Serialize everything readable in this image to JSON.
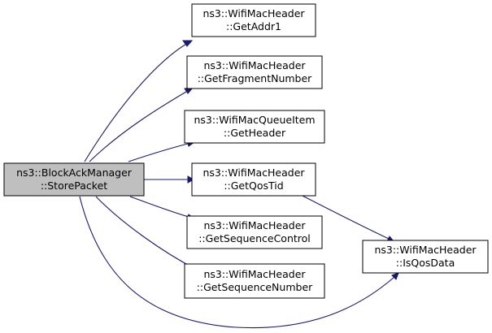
{
  "colors": {
    "node_fill": "#ffffff",
    "focus_fill": "#bfbfbf",
    "node_border": "#000000",
    "edge": "#191970"
  },
  "nodes": {
    "store_packet": {
      "line1": "ns3::BlockAckManager",
      "line2": "::StorePacket"
    },
    "get_addr1": {
      "line1": "ns3::WifiMacHeader",
      "line2": "::GetAddr1"
    },
    "get_fragment_number": {
      "line1": "ns3::WifiMacHeader",
      "line2": "::GetFragmentNumber"
    },
    "get_header": {
      "line1": "ns3::WifiMacQueueItem",
      "line2": "::GetHeader"
    },
    "get_qos_tid": {
      "line1": "ns3::WifiMacHeader",
      "line2": "::GetQosTid"
    },
    "get_sequence_control": {
      "line1": "ns3::WifiMacHeader",
      "line2": "::GetSequenceControl"
    },
    "get_sequence_number": {
      "line1": "ns3::WifiMacHeader",
      "line2": "::GetSequenceNumber"
    },
    "is_qos_data": {
      "line1": "ns3::WifiMacHeader",
      "line2": "::IsQosData"
    }
  },
  "edges": [
    {
      "from": "store_packet",
      "to": "get_addr1"
    },
    {
      "from": "store_packet",
      "to": "get_fragment_number"
    },
    {
      "from": "store_packet",
      "to": "get_header"
    },
    {
      "from": "store_packet",
      "to": "get_qos_tid"
    },
    {
      "from": "store_packet",
      "to": "get_sequence_control"
    },
    {
      "from": "store_packet",
      "to": "get_sequence_number"
    },
    {
      "from": "store_packet",
      "to": "is_qos_data"
    },
    {
      "from": "get_qos_tid",
      "to": "is_qos_data"
    }
  ]
}
